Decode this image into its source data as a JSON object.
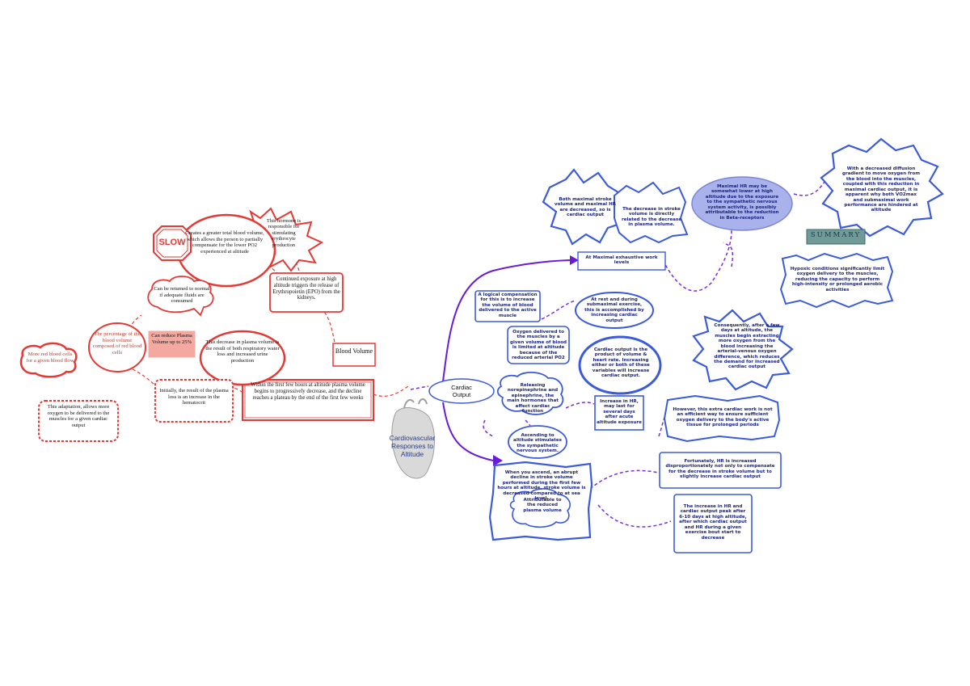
{
  "diagram": {
    "center_label": "Cardiovascular Responses to Altitude",
    "blood_volume": {
      "label": "Blood Volume",
      "first_hours": "Within the first few hours at altitude plasma volume begins to progressively decrease, and the decline reaches a plateau by the end of the first few weeks",
      "epo": "Continued exposure at high altitude triggers the release of Erythropoietin (EPO) from the kidneys.",
      "hormone": "This hormone is responsible for stimulating erythrocyte production",
      "greater_volume": "Creates a greater total blood volume, which allows the person to partially compensate for the lower PO2 experienced at altitude",
      "slow_sign": "SLOW",
      "returned": "Can be returned to normal if adequate fluids are consumed",
      "plasma_decrease": "This decrease in plasma volume is the result of both respiratory water loss and increased urine production",
      "reduce_plasma": "Can reduce Plasma Volume up to 25%",
      "percentage": "The percentage of the blood volume composed of red blood cells",
      "hematocrit": "Initially, the result of the plasma loss is an increase in the hematocrit",
      "more_cells": "More red blood cells for a given blood flow",
      "adaptation": "This adaptation, allows more oxygen to be delivered to the muscles for a given cardiac output"
    },
    "cardiac_output": {
      "label": "Cardiac Output",
      "both_volumes": "Both maximal stroke volume and maximal HR are decreased, so is cardiac output",
      "decrease_sv": "The decrease in stroke volume is directly related to the decrease in plasma volume.",
      "max_hr": "Maximal HR may be somewhat lower at high altitude due to the exposure to the sympathetic nervous system activity, is possibly attributable to the reduction in Beta-receptors",
      "diffusion": "With a decreased diffusion gradient to move oxygen from the blood into the muscles, coupled with this reduction in maximal cardiac output, it is apparent why both VO2max and submaximal work performance are hindered at altitude",
      "summary_sign": "SUMMARY",
      "hypoxic": "Hypoxic conditions significantly limit oxygen delivery to the muscles, reducing the capacity to perform high-intensity or prolonged aerobic activities",
      "max_levels": "At Maximal exhaustive work levels",
      "logical": "A logical compensation for this is to increase the volume of blood delivered to the active muscle",
      "submax": "At rest and during submaximal exercise, this is accomplished by increasing cardiac output",
      "oxygen_delivered": "Oxygen delivered to the muscles by a given volume of blood is limited at altitude because of the reduced arterial PO2",
      "co_product": "Cardiac output is the product of volume & heart rate. Increasing either or both of these variables will increase cardiac output.",
      "consequently": "Consequently, after a few days at altitude, the muscles begin extracting more oxygen from the blood increasing the arterial-venous oxygen difference, which reduces the demand for increased cardiac output",
      "releasing": "Releasing norepinephrine and epinephrine, the main hormones that affect cardiac function",
      "increase_hr": "Increase in HR, may last for several days after acute altitude exposure",
      "sympathetic": "Ascending to altitude stimulates the sympathetic nervous system.",
      "however": "However, this extra cardiac work is not an efficient way to ensure sufficient oxygen delivery to the body's active tissue for prolonged periods",
      "ascent_sv": "When you ascend, an abrupt decline in stroke volume performed during the first few hours at altitude, stroke volume is decreased compared to at sea level.",
      "fortunately": "Fortunately, HR is increased disproportionately not only to compensate for the decrease in stroke volume but to slightly increase cardiac output",
      "attributable": "Attributable to the reduced plasma volume",
      "hr_peaks": "The increase in HR and cardiac output peak after 6-10 days at high altitude, after which cardiac output and HR during a given exercise bout start to decrease"
    }
  }
}
